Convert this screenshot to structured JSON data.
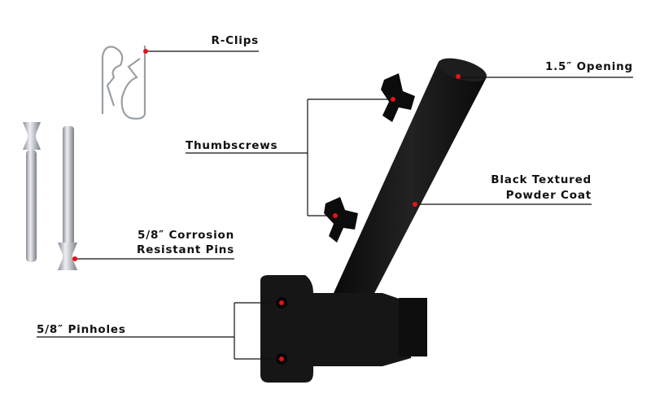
{
  "labels": {
    "r_clips": "R-Clips",
    "opening": "1.5″ Opening",
    "thumbscrews": "Thumbscrews",
    "coat_line1": "Black Textured",
    "coat_line2": "Powder Coat",
    "pins_line1": "5/8″ Corrosion",
    "pins_line2": "Resistant Pins",
    "pinholes": "5/8″ Pinholes"
  },
  "colors": {
    "marker": "#e8101a",
    "product": "#141414",
    "metal": "#b8bcc2",
    "leader": "#111111"
  }
}
